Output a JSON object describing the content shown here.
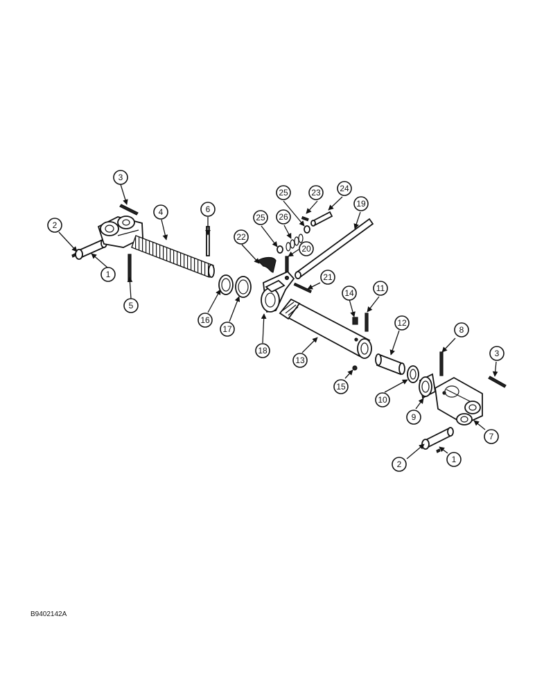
{
  "figure_code": "B9402142A",
  "callouts": [
    "1",
    "2",
    "3",
    "4",
    "5",
    "6",
    "7",
    "8",
    "9",
    "10",
    "11",
    "12",
    "13",
    "14",
    "15",
    "16",
    "17",
    "18",
    "19",
    "20",
    "21",
    "22",
    "23",
    "24",
    "25",
    "26"
  ]
}
